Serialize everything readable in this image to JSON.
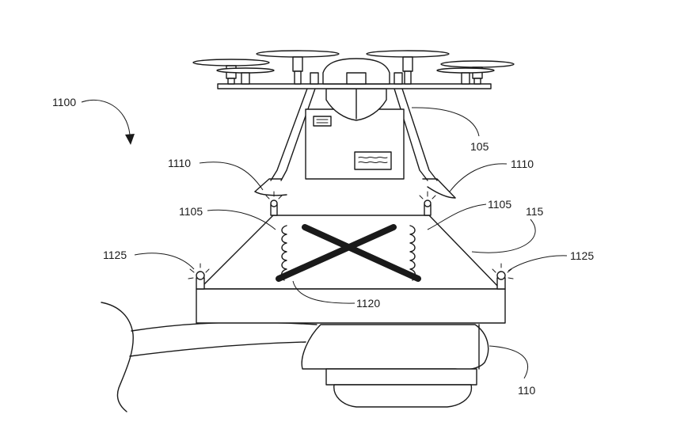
{
  "figure": {
    "reference": "1100",
    "labels": {
      "drone": "105",
      "landing_gear_left": "1110",
      "landing_gear_right": "1110",
      "coil_left": "1105",
      "coil_right": "1105",
      "pad": "115",
      "light_left": "1125",
      "light_right": "1125",
      "target_mark": "1120",
      "vehicle": "110"
    }
  }
}
